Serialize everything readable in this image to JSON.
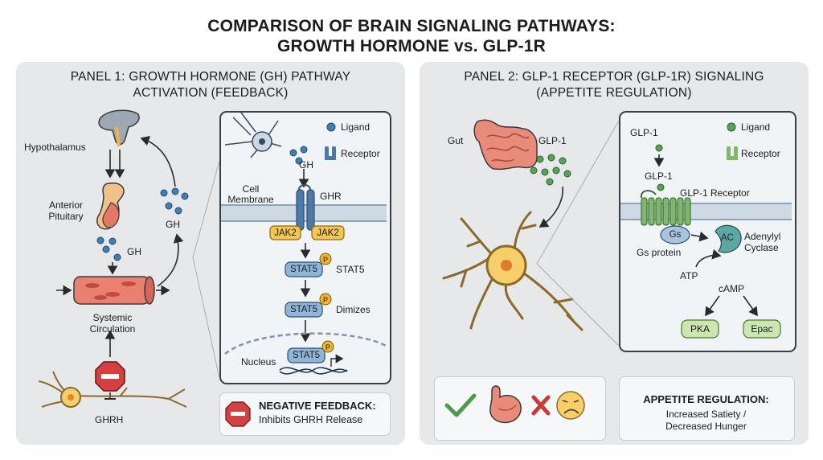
{
  "title": {
    "line1": "COMPARISON OF BRAIN SIGNALING PATHWAYS:",
    "line2": "GROWTH HORMONE vs. GLP-1R"
  },
  "panel1": {
    "title_line1": "PANEL 1: GROWTH HORMONE (GH) PATHWAY",
    "title_line2": "ACTIVATION (FEEDBACK)",
    "hypothalamus": "Hypothalamus",
    "anterior": "Anterior",
    "pituitary": "Pituitary",
    "gh_small": "GH",
    "gh_right": "GH",
    "systemic": "Systemic",
    "circulation": "Circulation",
    "ghrh": "GHRH",
    "inset": {
      "ligand": "Ligand",
      "receptor": "Receptor",
      "gh": "GH",
      "cell": "Cell",
      "membrane": "Membrane",
      "ghr": "GHR",
      "jak2_left": "JAK2",
      "jak2_right": "JAK2",
      "stat5_1": "STAT5",
      "stat5_label": "STAT5",
      "stat5_2": "STAT5",
      "dimizes": "Dimizes",
      "stat5_3": "STAT5",
      "nucleus": "Nucleus",
      "p1": "P",
      "p2": "P",
      "p3": "P"
    },
    "feedback": {
      "title": "NEGATIVE FEEDBACK:",
      "text": "Inhibits GHRH Release"
    }
  },
  "panel2": {
    "title_line1": "PANEL 2: GLP-1 RECEPTOR (GLP-1R) SIGNALING",
    "title_line2": "(APPETITE REGULATION)",
    "gut": "Gut",
    "glp1_top": "GLP-1",
    "inset": {
      "glp1_a": "GLP-1",
      "glp1_b": "GLP-1",
      "ligand": "Ligand",
      "receptor": "Receptor",
      "glp1_receptor": "GLP-1 Receptor",
      "gs": "Gs",
      "gs_protein": "Gs protein",
      "ac": "AC",
      "adenylyl": "Adenylyl",
      "cyclase": "Cyclase",
      "atp": "ATP",
      "camp": "cAMP",
      "pka": "PKA",
      "epac": "Epac"
    },
    "appetite": {
      "title": "APPETITE REGULATION:",
      "line1": "Increased Satiety /",
      "line2": "Decreased Hunger"
    }
  },
  "colors": {
    "panel_bg": "#e6e8ea",
    "ligand": "#3f7fb5",
    "receptor": "#4d78a8",
    "jak": "#f2c64f",
    "stat": "#8fb6d8",
    "phospho": "#f0b32c",
    "glp_dot": "#5aa15a",
    "glp_receptor": "#7fb86a",
    "ac": "#5ea8a3",
    "pka": "#cde6b0",
    "stop": "#d64040",
    "neuron_yellow": "#f6cf6a"
  }
}
